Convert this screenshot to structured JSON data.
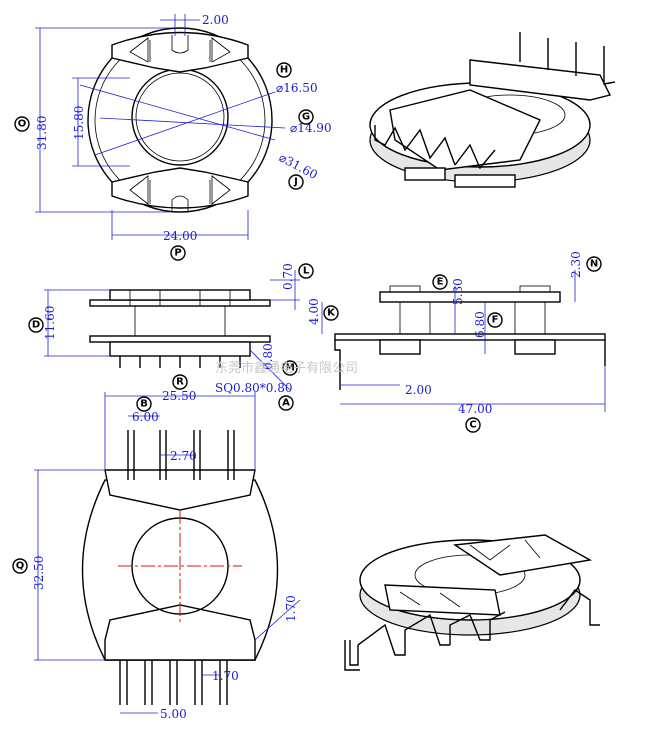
{
  "dimensions": {
    "slot_width": "2.00",
    "height_total": "31.80",
    "inner_span": "15.80",
    "dia_h": "⌀16.50",
    "dia_g": "⌀14.90",
    "dia_j": "⌀31.60",
    "width_p": "24.00",
    "flange_l": "0.70",
    "height_d": "11.60",
    "gap_k": "4.00",
    "height_e": "5.30",
    "height_f": "6.80",
    "height_n": "2.30",
    "pin_m": "0.80",
    "pin_sq_a": "SQ0.80*0.80",
    "pin_offset": "2.00",
    "length_c": "47.00",
    "width_r": "25.50",
    "pitch_b": "6.00",
    "pin_gap": "2.70",
    "height_q": "32.50",
    "side_gap": "1.70",
    "pin_spacing_small": "1.70",
    "pin_pitch_bottom": "5.00"
  },
  "labels": {
    "H": "H",
    "G": "G",
    "J": "J",
    "O": "O",
    "P": "P",
    "L": "L",
    "D": "D",
    "K": "K",
    "E": "E",
    "F": "F",
    "N": "N",
    "M": "M",
    "R": "R",
    "A": "A",
    "C": "C",
    "B": "B",
    "Q": "Q"
  },
  "watermark": "东莞市鑫通电子有限公司"
}
